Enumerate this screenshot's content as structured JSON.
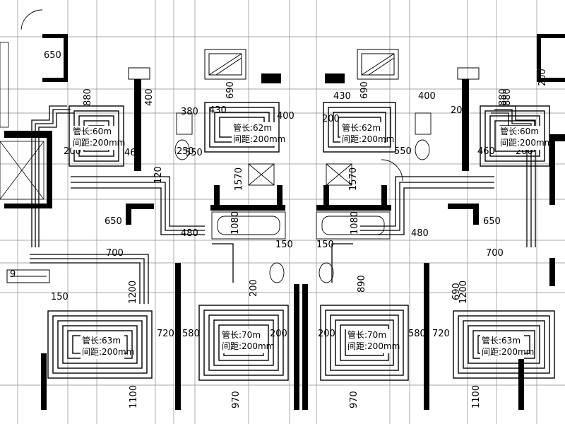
{
  "drawing": {
    "floor_heating_labels": [
      {
        "id": "tl",
        "pipe_length": "管长:60m",
        "spacing": "间距:200mm"
      },
      {
        "id": "tcl",
        "pipe_length": "管长:62m",
        "spacing": "间距:200mm"
      },
      {
        "id": "tcr",
        "pipe_length": "管长:62m",
        "spacing": "间距:200mm"
      },
      {
        "id": "tr",
        "pipe_length": "管长:60m",
        "spacing": "间距:200mm"
      },
      {
        "id": "bl",
        "pipe_length": "管长:63m",
        "spacing": "间距:200mm"
      },
      {
        "id": "bcl",
        "pipe_length": "管长:70m",
        "spacing": "间距:200mm"
      },
      {
        "id": "bcr",
        "pipe_length": "管长:70m",
        "spacing": "间距:200mm"
      },
      {
        "id": "br",
        "pipe_length": "管长:63m",
        "spacing": "间距:200mm"
      }
    ],
    "dimensions": [
      "650",
      "880",
      "200",
      "460",
      "400",
      "120",
      "550",
      "690",
      "430",
      "380",
      "250",
      "880",
      "200",
      "400",
      "1570",
      "430",
      "200",
      "1570",
      "400",
      "550",
      "200",
      "690",
      "880",
      "460",
      "200",
      "1080",
      "480",
      "150",
      "200",
      "650",
      "700",
      "150",
      "650",
      "700",
      "690",
      "1080",
      "480",
      "1100",
      "1200",
      "720",
      "580",
      "970",
      "200",
      "200",
      "580",
      "720",
      "970",
      "1200",
      "1100",
      "890",
      "150",
      "9"
    ]
  }
}
